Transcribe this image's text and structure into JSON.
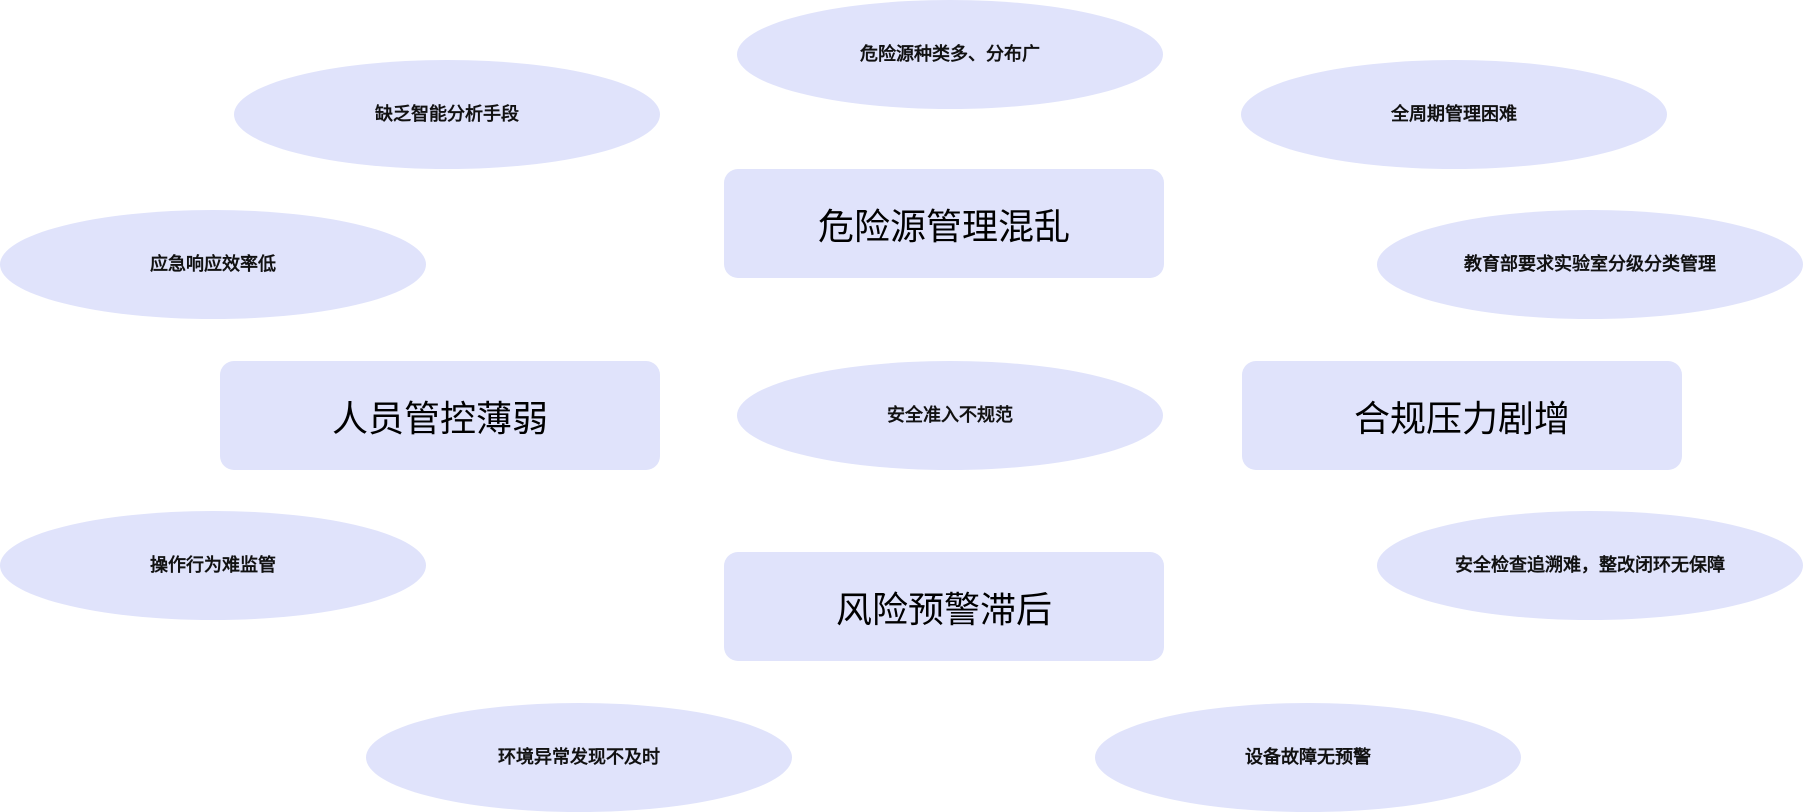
{
  "main_issues": [
    {
      "label": "危险源管理混乱"
    },
    {
      "label": "人员管控薄弱"
    },
    {
      "label": "合规压力剧增"
    },
    {
      "label": "风险预警滞后"
    }
  ],
  "sub_issues": [
    {
      "label": "危险源种类多、分布广"
    },
    {
      "label": "缺乏智能分析手段"
    },
    {
      "label": "全周期管理困难"
    },
    {
      "label": "应急响应效率低"
    },
    {
      "label": "教育部要求实验室分级分类管理"
    },
    {
      "label": "安全准入不规范"
    },
    {
      "label": "操作行为难监管"
    },
    {
      "label": "安全检查追溯难，整改闭环无保障"
    },
    {
      "label": "环境异常发现不及时"
    },
    {
      "label": "设备故障无预警"
    }
  ],
  "colors": {
    "node_fill": "#e0e3fb",
    "text": "#111111"
  }
}
